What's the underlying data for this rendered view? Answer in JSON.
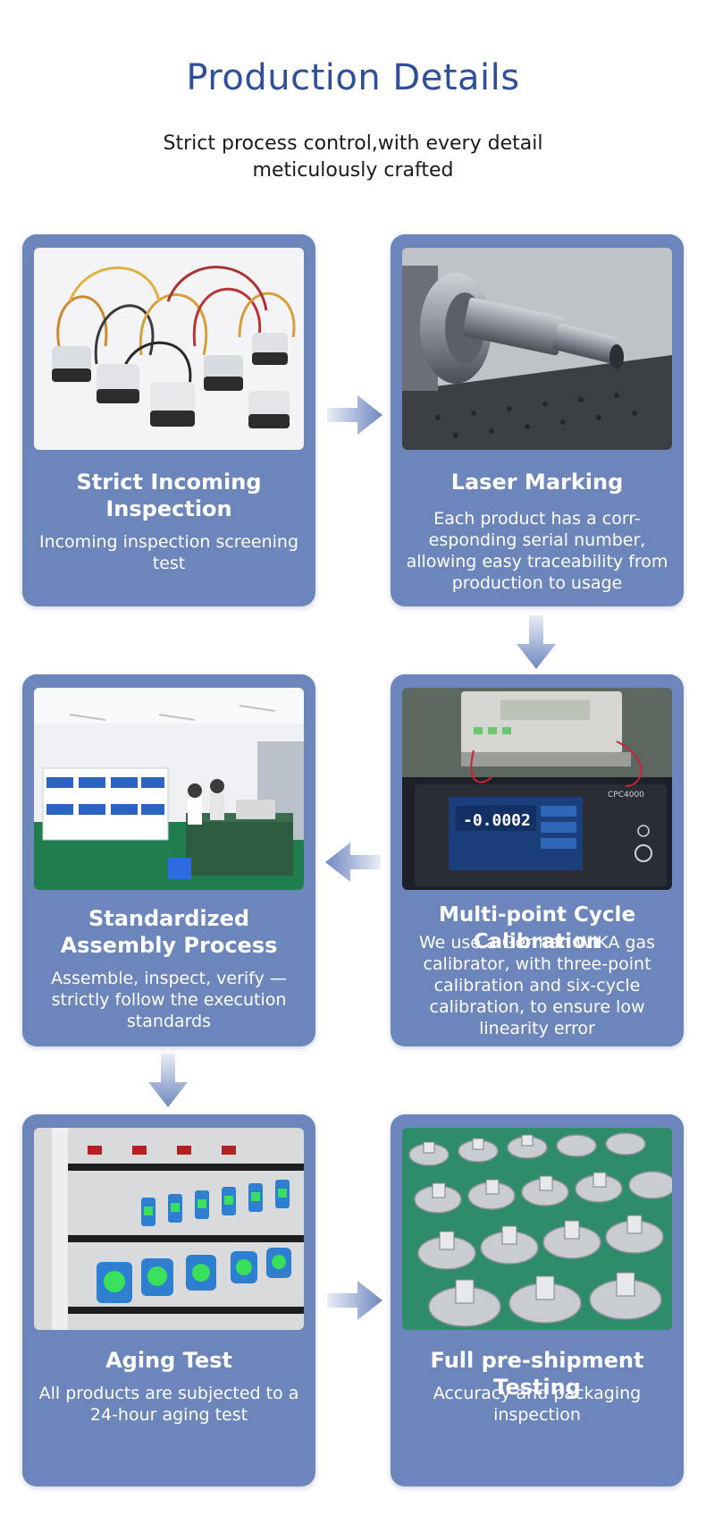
{
  "header": {
    "title": "Production Details",
    "subtitle": "Strict process control,with every detail meticulously crafted"
  },
  "colors": {
    "title": "#2e4f9a",
    "card": "#6c86bc",
    "arrow": "#6f88c0"
  },
  "steps": [
    {
      "title": "Strict Incoming Inspection",
      "desc": "Incoming inspection screening test"
    },
    {
      "title": "Laser Marking",
      "desc": "Each product has a  corr-esponding serial number, allowing easy traceability from production to usage"
    },
    {
      "title": "Standardized Assembly Process",
      "desc": "Assemble, inspect, verify — strictly follow the execution standards"
    },
    {
      "title": "Multi-point Cycle Calibration",
      "desc": "We use a German WIKA gas calibrator, with three-point calibration and six-cycle calibration, to ensure low linearity error"
    },
    {
      "title": "Aging Test",
      "desc": "All products are subjected to a 24-hour aging test"
    },
    {
      "title": "Full pre-shipment Testing",
      "desc": "Accuracy and packaging inspection"
    }
  ],
  "device": {
    "readout": "-0.0002",
    "model": "CPC4000"
  }
}
